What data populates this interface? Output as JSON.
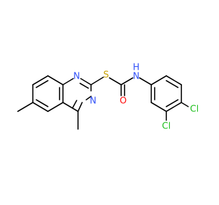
{
  "molecule": {
    "atoms": {
      "n1": {
        "symbol": "N",
        "color": "#3050F8"
      },
      "n3": {
        "symbol": "N",
        "color": "#3050F8"
      },
      "s": {
        "symbol": "S",
        "color": "#C8A000"
      },
      "o": {
        "symbol": "O",
        "color": "#FF0D0D"
      },
      "nh": {
        "symbol": "N",
        "color": "#3050F8"
      },
      "h": {
        "symbol": "H",
        "color": "#3050F8"
      },
      "cl3": {
        "symbol": "Cl",
        "color": "#1FBF1F"
      },
      "cl4": {
        "symbol": "Cl",
        "color": "#1FBF1F"
      }
    },
    "bond_color": "#000000",
    "background": "#ffffff"
  }
}
